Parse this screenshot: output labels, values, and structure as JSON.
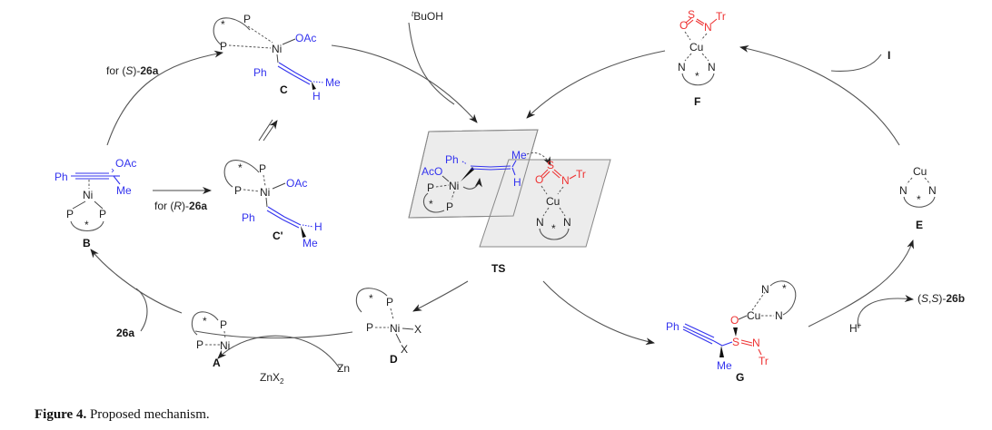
{
  "figure": {
    "caption_bold": "Figure 4.",
    "caption_text": " Proposed mechanism.",
    "colors": {
      "substrate": "#3333ee",
      "sulfinylamine": "#ee3333",
      "ligand": "#222222"
    }
  },
  "species": {
    "A": {
      "label": "A",
      "atoms": {
        "metal": "Ni",
        "p1": "P",
        "p2": "P",
        "chiral": "*"
      }
    },
    "B": {
      "label": "B",
      "atoms": {
        "metal": "Ni",
        "p1": "P",
        "p2": "P",
        "chiral": "*",
        "ph": "Ph",
        "oac": "OAc",
        "me": "Me"
      }
    },
    "C": {
      "label": "C",
      "atoms": {
        "metal": "Ni",
        "p1": "P",
        "p2": "P",
        "chiral": "*",
        "ph": "Ph",
        "oac": "OAc",
        "me": "Me",
        "h": "H"
      }
    },
    "C_prime": {
      "label": "C'",
      "atoms": {
        "metal": "Ni",
        "p1": "P",
        "p2": "P",
        "chiral": "*",
        "ph": "Ph",
        "oac": "OAc",
        "me": "Me",
        "h": "H"
      }
    },
    "D": {
      "label": "D",
      "atoms": {
        "metal": "Ni",
        "p1": "P",
        "p2": "P",
        "chiral": "*",
        "x1": "X",
        "x2": "X"
      }
    },
    "TS": {
      "label": "TS",
      "atoms": {
        "ni": "Ni",
        "aco": "AcO",
        "ph": "Ph",
        "me": "Me",
        "h": "H",
        "p1": "P",
        "p2": "P",
        "chiral1": "*",
        "o": "O",
        "s": "S",
        "n": "N",
        "tr": "Tr",
        "cu": "Cu",
        "n1": "N",
        "n2": "N",
        "chiral2": "*"
      }
    },
    "E": {
      "label": "E",
      "atoms": {
        "metal": "Cu",
        "n1": "N",
        "n2": "N",
        "chiral": "*"
      }
    },
    "F": {
      "label": "F",
      "atoms": {
        "metal": "Cu",
        "n1": "N",
        "n2": "N",
        "chiral": "*",
        "o": "O",
        "s": "S",
        "n": "N",
        "tr": "Tr"
      }
    },
    "G": {
      "label": "G",
      "atoms": {
        "metal": "Cu",
        "n1": "N",
        "n2": "N",
        "chiral": "*",
        "o": "O",
        "s": "S",
        "n": "N",
        "tr": "Tr",
        "ph": "Ph",
        "me": "Me"
      }
    }
  },
  "reagents": {
    "tbuoh_sup": "t",
    "tbuoh": "BuOH",
    "sub_26a": "26a",
    "zn": "Zn",
    "znx2_base": "ZnX",
    "znx2_sub": "2",
    "I": "I",
    "h_plus": "H",
    "h_plus_sup": "+",
    "product_prefix": "(",
    "product_s1": "S",
    "product_comma": ",",
    "product_s2": "S",
    "product_suffix": ")-",
    "product_bold": "26b"
  },
  "conditions": {
    "for_s_prefix": "for (",
    "for_s_italic": "S",
    "for_s_mid": ")-",
    "for_s_bold": "26a",
    "for_r_prefix": "for (",
    "for_r_italic": "R",
    "for_r_mid": ")-",
    "for_r_bold": "26a"
  }
}
